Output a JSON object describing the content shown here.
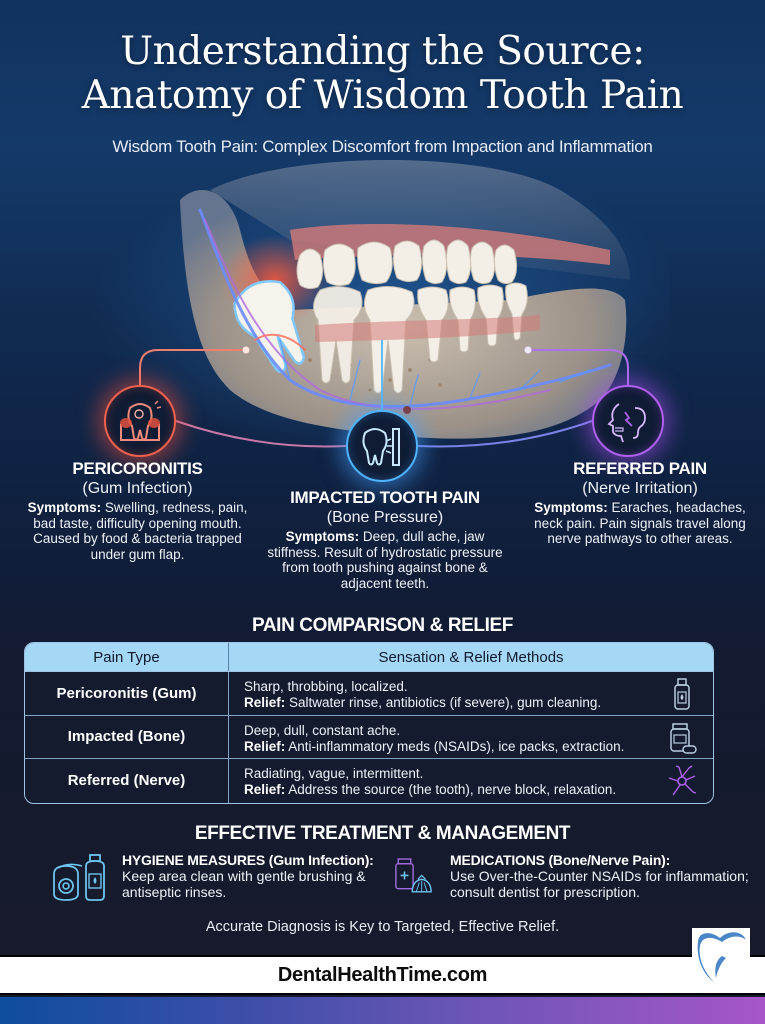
{
  "header": {
    "title_line1": "Understanding the Source:",
    "title_line2": "Anatomy of Wisdom Tooth Pain",
    "subtitle": "Wisdom Tooth Pain: Complex Discomfort from Impaction and Inflammation"
  },
  "illustration": {
    "subject": "jaw-cross-section-impacted-wisdom-tooth",
    "icon": "jaw-illustration"
  },
  "pain_types": [
    {
      "title": "PERICORONITIS",
      "subtitle": "(Gum Infection)",
      "symptoms_label": "Symptoms:",
      "symptoms_text": " Swelling, redness, pain, bad taste, difficulty opening mouth.",
      "cause_text": "Caused by food & bacteria trapped under gum flap.",
      "icon": "inflamed-gum-tooth-icon",
      "color": "#f0604e"
    },
    {
      "title": "IMPACTED TOOTH PAIN",
      "subtitle": "(Bone Pressure)",
      "symptoms_label": "Symptoms:",
      "symptoms_text": " Deep, dull ache, jaw stiffness. Result of hydrostatic pressure from tooth pushing against bone & adjacent teeth.",
      "icon": "tooth-pressure-icon",
      "color": "#4fb3ff"
    },
    {
      "title": "REFERRED PAIN",
      "subtitle": "(Nerve Irritation)",
      "symptoms_label": "Symptoms:",
      "symptoms_text": " Earaches, headaches, neck pain. Pain signals travel along nerve pathways to other areas.",
      "icon": "head-ear-nerve-icon",
      "color": "#b060f0"
    }
  ],
  "comparison": {
    "title": "PAIN COMPARISON & RELIEF",
    "headers": [
      "Pain Type",
      "Sensation & Relief Methods"
    ],
    "rows": [
      {
        "type": "Pericoronitis (Gum)",
        "sensation": "Sharp, throbbing, localized.",
        "relief_label": "Relief:",
        "relief": " Saltwater rinse, antibiotics (if severe), gum cleaning.",
        "icon": "rinse-bottle-icon"
      },
      {
        "type": "Impacted (Bone)",
        "sensation": "Deep, dull, constant ache.",
        "relief_label": "Relief:",
        "relief": " Anti-inflammatory meds (NSAIDs), ice packs, extraction.",
        "icon": "pill-bottle-icon"
      },
      {
        "type": "Referred (Nerve)",
        "sensation": "Radiating, vague, intermittent.",
        "relief_label": "Relief:",
        "relief": " Address the source (the tooth), nerve block, relaxation.",
        "icon": "nerve-cell-icon"
      }
    ]
  },
  "treatment": {
    "title": "EFFECTIVE TREATMENT & MANAGEMENT",
    "items": [
      {
        "heading": "HYGIENE MEASURES (Gum Infection):",
        "text": "Keep area clean with gentle brushing & antiseptic rinses.",
        "icon": "floss-mouthwash-icon"
      },
      {
        "heading": "MEDICATIONS (Bone/Nerve Pain):",
        "text": "Use Over-the-Counter NSAIDs for inflammation; consult dentist for prescription.",
        "icon": "medicine-icepack-icon"
      }
    ],
    "tagline": "Accurate Diagnosis is Key to Targeted, Effective Relief."
  },
  "footer": {
    "site": "DentalHealthTime.com",
    "logo": "tooth-logo-icon"
  },
  "colors": {
    "accent_red": "#f0604e",
    "accent_blue": "#4fb3ff",
    "accent_purple": "#b060f0",
    "table_header": "#a5d8f6",
    "background_dark": "#151a2c"
  }
}
